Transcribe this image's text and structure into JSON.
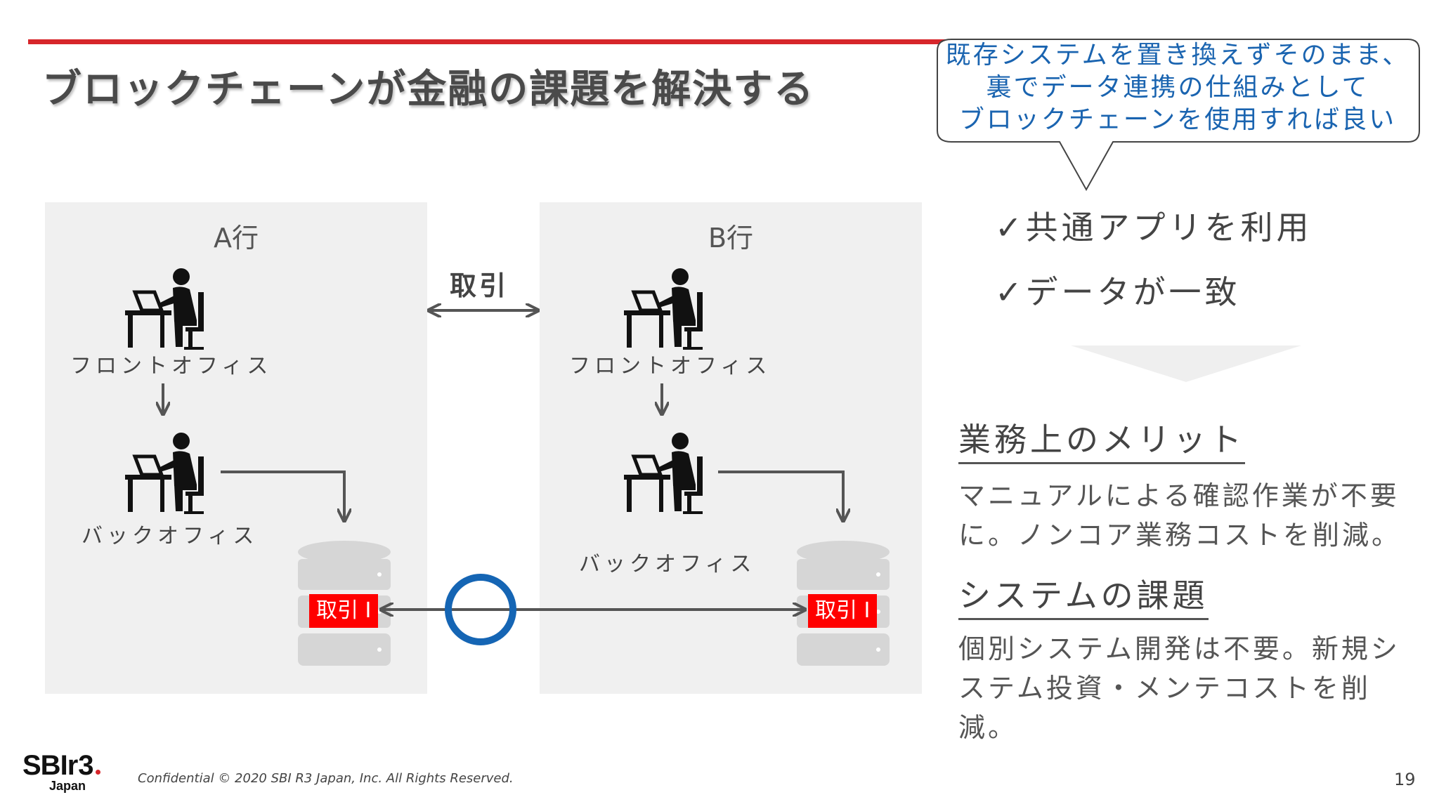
{
  "slide": {
    "title": "ブロックチェーンが金融の課題を解決する",
    "page_number": "19",
    "confidential": "Confidential  © 2020 SBI R3 Japan, Inc.  All Rights Reserved.",
    "logo": {
      "main": "SBI",
      "sub": "r3",
      "region": "Japan"
    }
  },
  "colors": {
    "accent_red": "#d7262b",
    "tag_red": "#ff0000",
    "callout_blue": "#1a64b0",
    "ring_blue": "#1565b4",
    "panel_gray": "#f0f0f0"
  },
  "banks": [
    {
      "label": "A行",
      "front_office": "フロントオフィス",
      "back_office": "バックオフィス",
      "db_tag": "取引 I"
    },
    {
      "label": "B行",
      "front_office": "フロントオフィス",
      "back_office": "バックオフィス",
      "db_tag": "取引 I"
    }
  ],
  "transaction_label": "取引",
  "callout": {
    "lines": [
      "既存システムを置き換えずそのまま、",
      "裏でデータ連携の仕組みとして",
      "ブロックチェーンを使用すれば良い"
    ]
  },
  "checks": [
    "✓共通アプリを利用",
    "✓データが一致"
  ],
  "sections": [
    {
      "heading": "業務上のメリット",
      "body": "マニュアルによる確認作業が不要に。ノンコア業務コストを削減。"
    },
    {
      "heading": "システムの課題",
      "body": "個別システム開発は不要。新規システム投資・メンテコストを削減。"
    }
  ],
  "icons": [
    "person-at-desk-icon",
    "database-icon",
    "arrow-down-icon",
    "double-arrow-icon",
    "sync-ring-icon",
    "down-chevron-icon"
  ]
}
